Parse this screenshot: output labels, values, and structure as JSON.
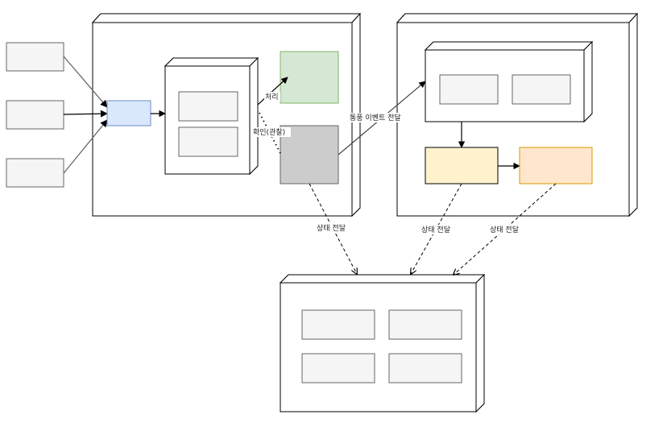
{
  "labels": {
    "process": "처리",
    "observe": "확인(관찰)",
    "event_forward": "통풍 이벤트 전달",
    "state_forward_1": "상태 전달",
    "state_forward_2": "상태 전달",
    "state_forward_3": "상태 전달"
  },
  "colors": {
    "node_gray": "#f5f5f5",
    "node_gray_border": "#666666",
    "blue_box": "#dae8fc",
    "blue_box_border": "#6c8ebf",
    "green_box": "#d5e8d4",
    "green_box_border": "#82b366",
    "dark_gray_box": "#cccccc",
    "yellow_box": "#fff2cc",
    "yellow_box_border": "#d6b656",
    "orange_box": "#ffe6cc",
    "orange_box_border": "#d79b00",
    "edge": "#000000"
  }
}
